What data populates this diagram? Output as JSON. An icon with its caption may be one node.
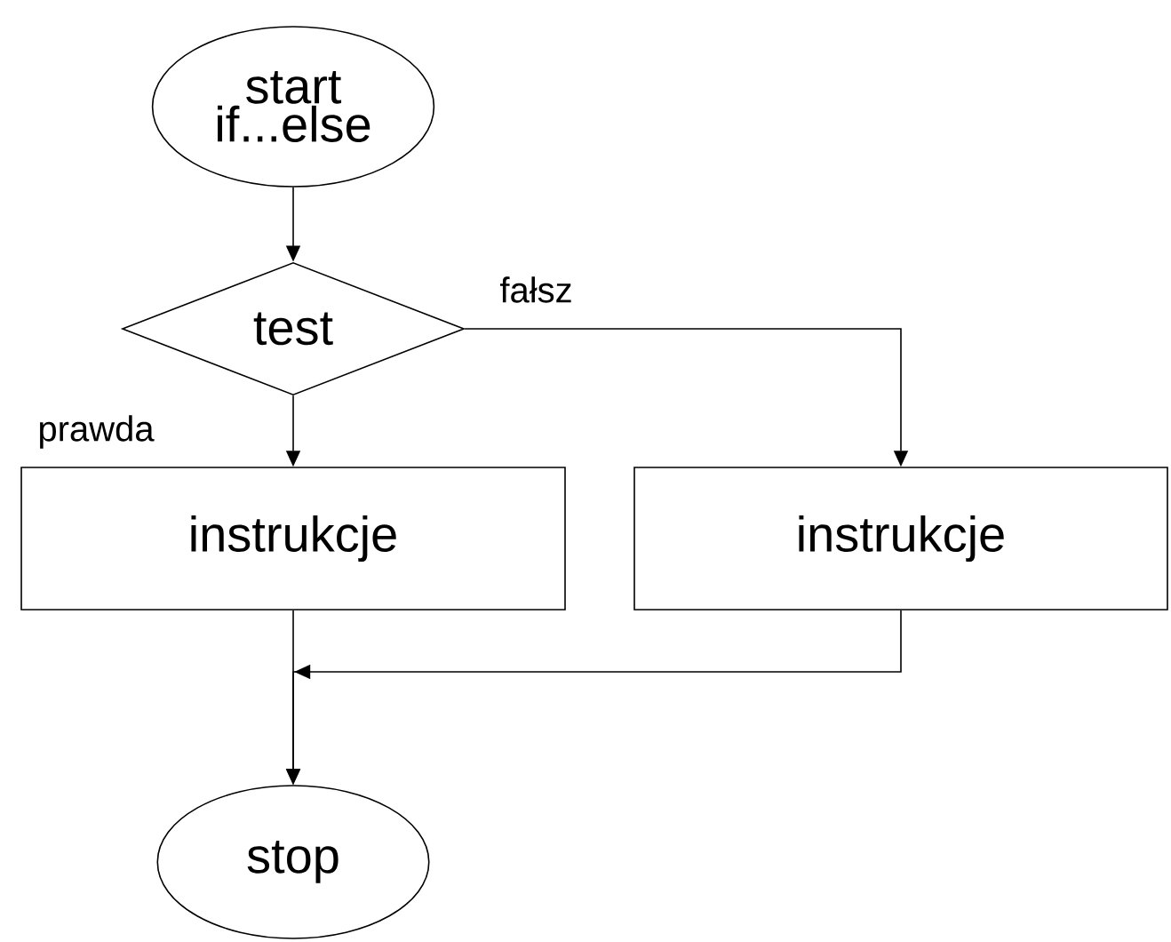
{
  "diagram": {
    "nodes": [
      {
        "text": [
          "start if...else"
        ]
      },
      {
        "text": [
          "test"
        ]
      },
      {
        "text": [
          "instrukcje"
        ]
      },
      {
        "text": [
          "instrukcje"
        ]
      },
      {
        "text": [
          "stop"
        ]
      }
    ],
    "edges": [
      {
        "from": 0,
        "to": 1,
        "arrow": "to"
      },
      {
        "from": 1,
        "to": 2,
        "arrow": "to",
        "label": "prawda"
      },
      {
        "from": 1,
        "to": 3,
        "arrow": "to",
        "label": "fałsz"
      },
      {
        "from": 2,
        "to": 4,
        "arrow": "to"
      },
      {
        "from": 3,
        "to": 4,
        "arrow": "to"
      }
    ]
  }
}
